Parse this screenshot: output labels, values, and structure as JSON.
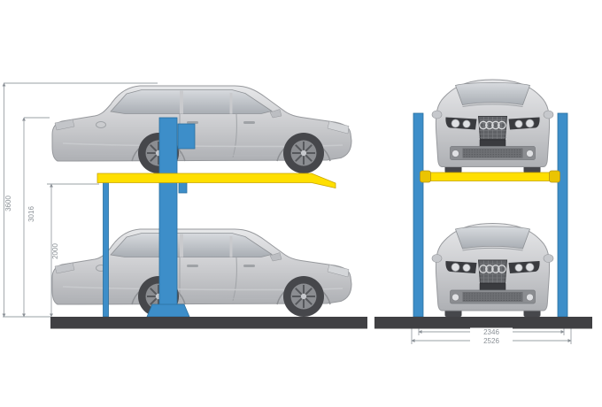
{
  "dimensions": {
    "overall_height": "3600",
    "post_height": "3016",
    "clearance_height": "2000",
    "inner_width": "2346",
    "outer_width": "2526"
  },
  "colors": {
    "post_blue": "#3d8ec9",
    "platform_yellow": "#ffdf00",
    "platform_cap_yellow": "#eac402",
    "ground_dark": "#404043",
    "dim_gray": "#9aa0a6",
    "dim_text_gray": "#8a9096"
  }
}
